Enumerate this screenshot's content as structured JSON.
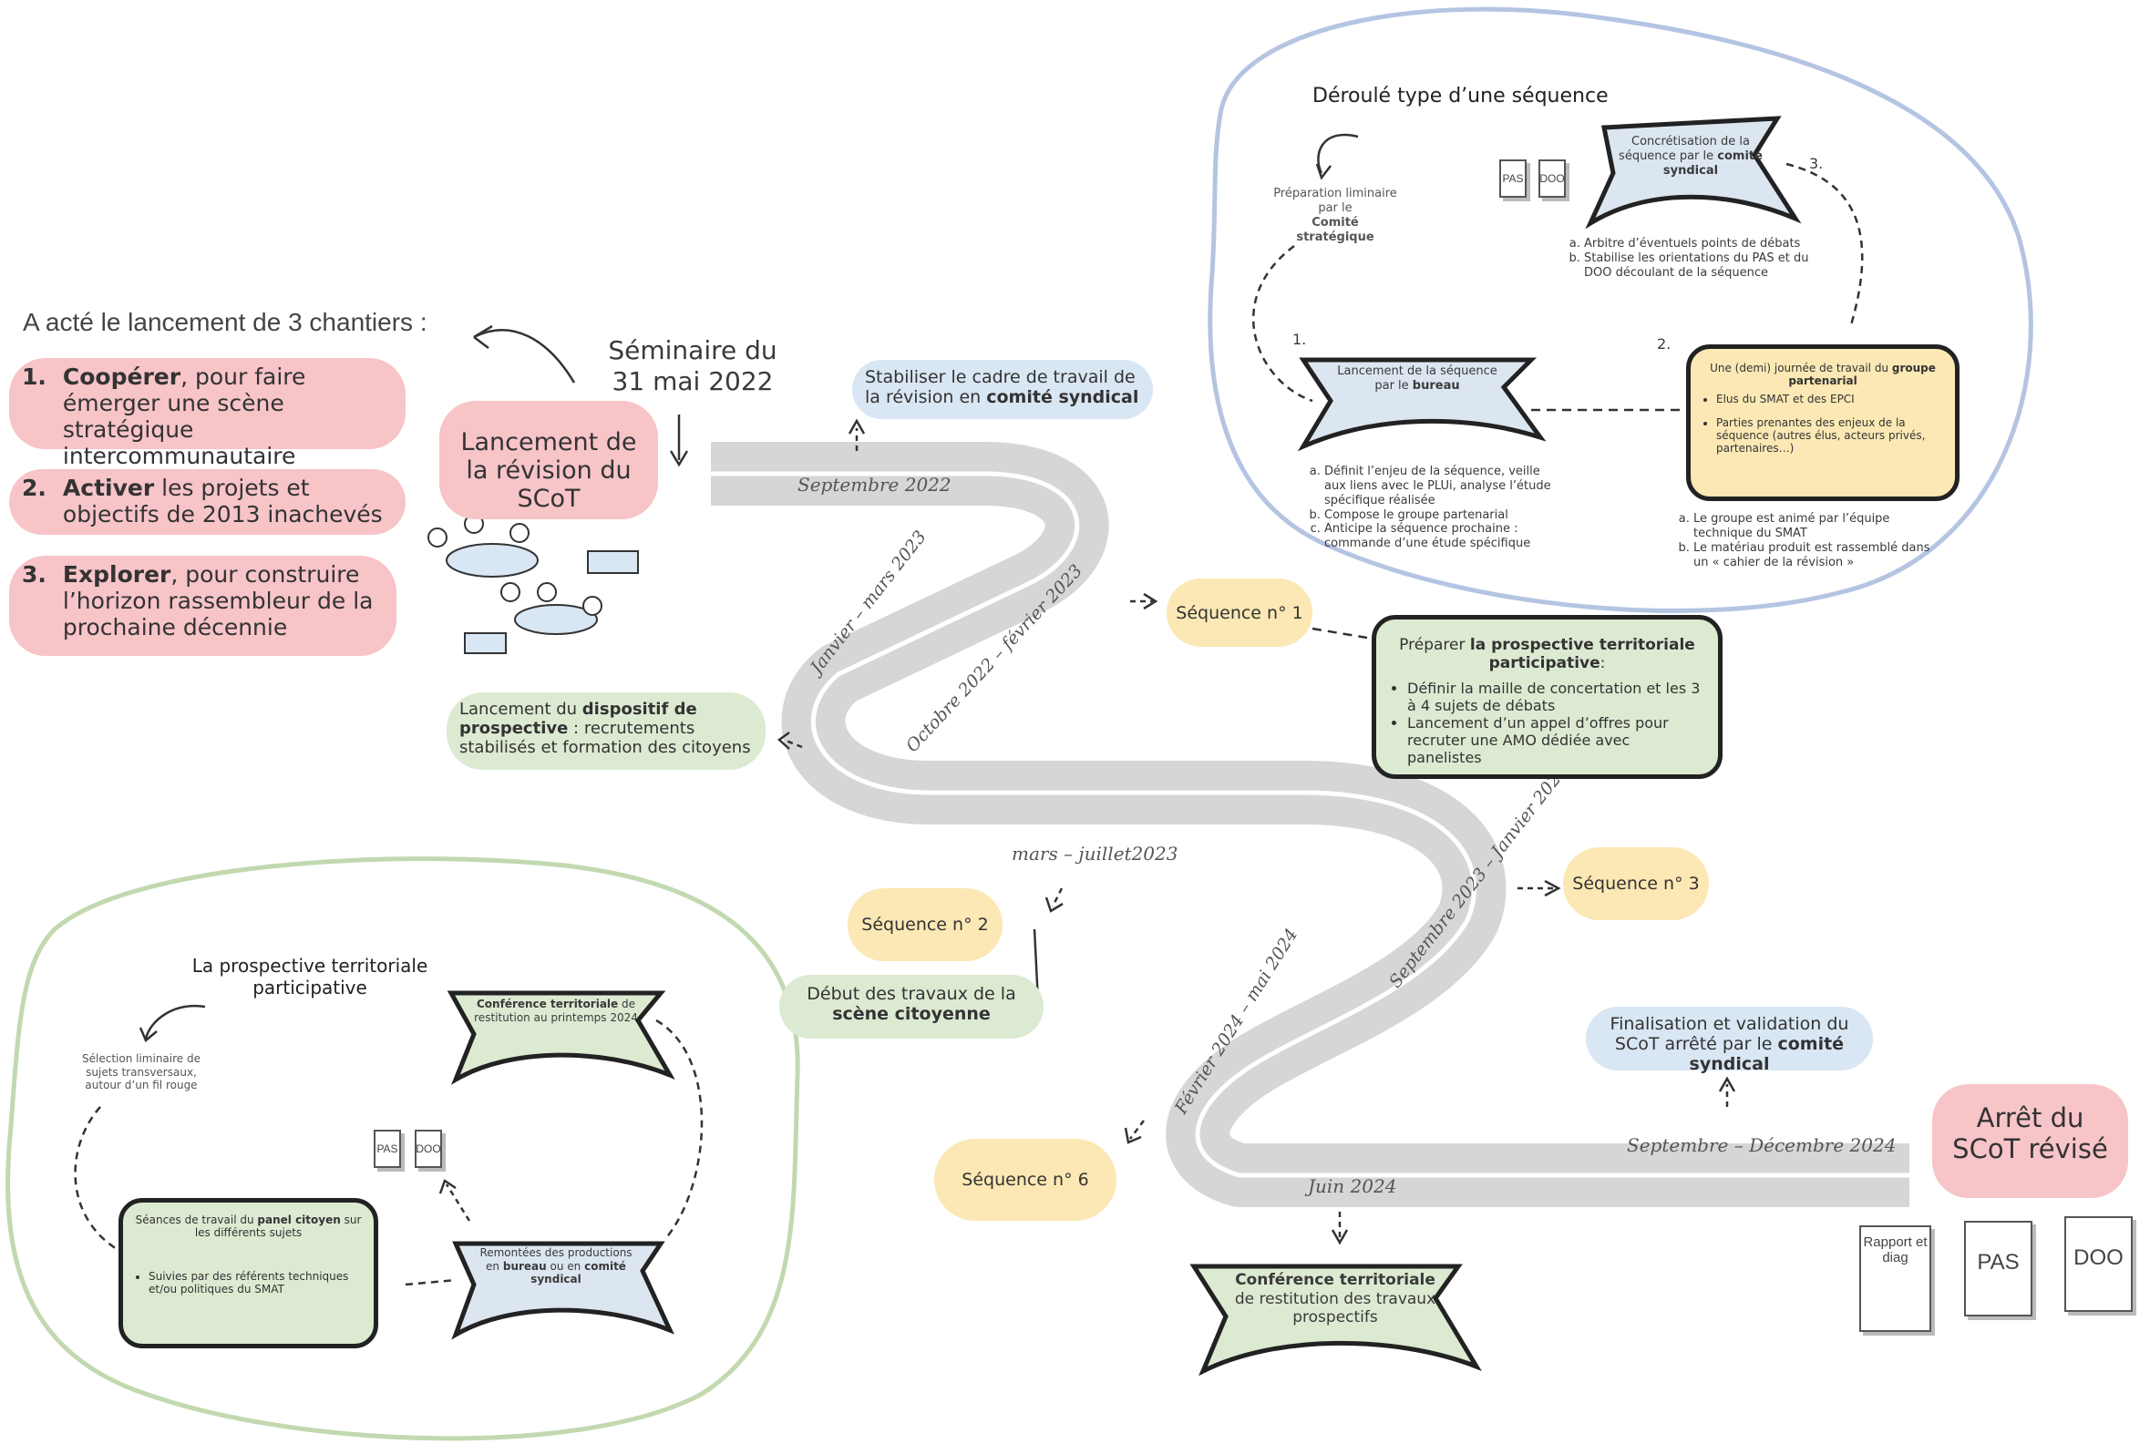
{
  "title_deroule": "Déroulé type d’une séquence",
  "chantiers": {
    "heading": "A acté le lancement de 3 chantiers :",
    "items": [
      {
        "num": "1.",
        "key": "Coopérer",
        "rest": ", pour faire émerger une scène stratégique intercommunautaire"
      },
      {
        "num": "2.",
        "key": "Activer",
        "rest": " les projets et objectifs de 2013 inachevés"
      },
      {
        "num": "3.",
        "key": "Explorer",
        "rest": ", pour construire l’horizon rassembleur de la prochaine décennie"
      }
    ]
  },
  "seminaire": "Séminaire du 31 mai 2022",
  "lancement_revision": "Lancement de la révision du SCoT",
  "stabiliser": {
    "text": "Stabiliser le cadre de travail de la révision en ",
    "bold": "comité syndical"
  },
  "dispositif": {
    "pre": "Lancement du ",
    "bold": "dispositif de prospective",
    "post": " : recrutements stabilisés et formation des citoyens"
  },
  "debut_travaux": {
    "pre": "Début des travaux de la ",
    "bold": "scène citoyenne"
  },
  "finalisation": {
    "pre": "Finalisation et validation du SCoT arrêté par le ",
    "bold": "comité syndical"
  },
  "arret": "Arrêt du SCoT révisé",
  "road_labels": {
    "sep2022": "Septembre 2022",
    "janmars2023": "Janvier – mars 2023",
    "oct2022fev2023": "Octobre 2022 – février 2023",
    "marsjuil2023": "mars – juillet2023",
    "sep2023jan2024": "Septembre 2023 – Janvier 2024",
    "fevmai2024": "Février 2024 – mai 2024",
    "juin2024": "Juin 2024",
    "sepdec2024": "Septembre – Décembre 2024"
  },
  "sequences": {
    "s1": "Séquence n° 1",
    "s2": "Séquence n° 2",
    "s3": "Séquence n° 3",
    "s6": "Séquence n° 6"
  },
  "preparer": {
    "title_pre": "Préparer ",
    "title_bold": "la prospective territoriale participative",
    "title_post": ":",
    "items": [
      "Définir la maille de concertation et les 3 à 4 sujets de débats",
      "Lancement d’un appel d’offres pour recruter une AMO dédiée avec panelistes"
    ]
  },
  "conference_finale": {
    "bold": "Conférence territoriale",
    "rest": " de restitution des travaux prospectifs"
  },
  "docs_final": [
    "Rapport et diag",
    "PAS",
    "DOO"
  ],
  "deroule": {
    "preparation": {
      "line1": "Préparation liminaire par le",
      "bold": "Comité stratégique"
    },
    "concretisation": {
      "line1": "Concrétisation de la séquence par le ",
      "bold": "comité syndical"
    },
    "num1": "1.",
    "num2": "2.",
    "num3": "3.",
    "docs": [
      "PAS",
      "DOO"
    ],
    "concret_list": [
      "Arbitre d’éventuels points de débats",
      "Stabilise les orientations du PAS et du DOO découlant de la séquence"
    ],
    "lancement_seq": {
      "line1": "Lancement de la séquence par le ",
      "bold": "bureau"
    },
    "lancement_list": [
      "Définit l’enjeu de la séquence, veille aux liens avec le PLUi, analyse l’étude spécifique réalisée",
      "Compose le groupe partenarial",
      "Anticipe la séquence prochaine : commande d’une étude spécifique"
    ],
    "journee": {
      "line1": "Une (demi) journée de travail du ",
      "bold": "groupe partenarial"
    },
    "journee_items": [
      "Elus du SMAT et des EPCI",
      "Parties prenantes des enjeux de la séquence (autres élus, acteurs privés, partenaires…)"
    ],
    "journee_list": [
      "Le groupe est animé par l’équipe technique du SMAT",
      "Le matériau produit est rassemblé dans un « cahier de la révision »"
    ]
  },
  "prospective": {
    "title": "La prospective territoriale participative",
    "selection": "Sélection liminaire de sujets transversaux, autour d’un fil rouge",
    "conference": {
      "bold": "Conférence territoriale",
      "rest": " de restitution au printemps 2024"
    },
    "seances": {
      "pre": "Séances de travail du ",
      "bold1": "panel citoyen",
      "post": " sur les différents sujets"
    },
    "suivies": "Suivies par des référents techniques et/ou politiques du SMAT",
    "remontees": {
      "pre": "Remontées des productions en ",
      "bold1": "bureau",
      "mid": " ou en ",
      "bold2": "comité syndical"
    },
    "docs": [
      "PAS",
      "DOO"
    ]
  }
}
